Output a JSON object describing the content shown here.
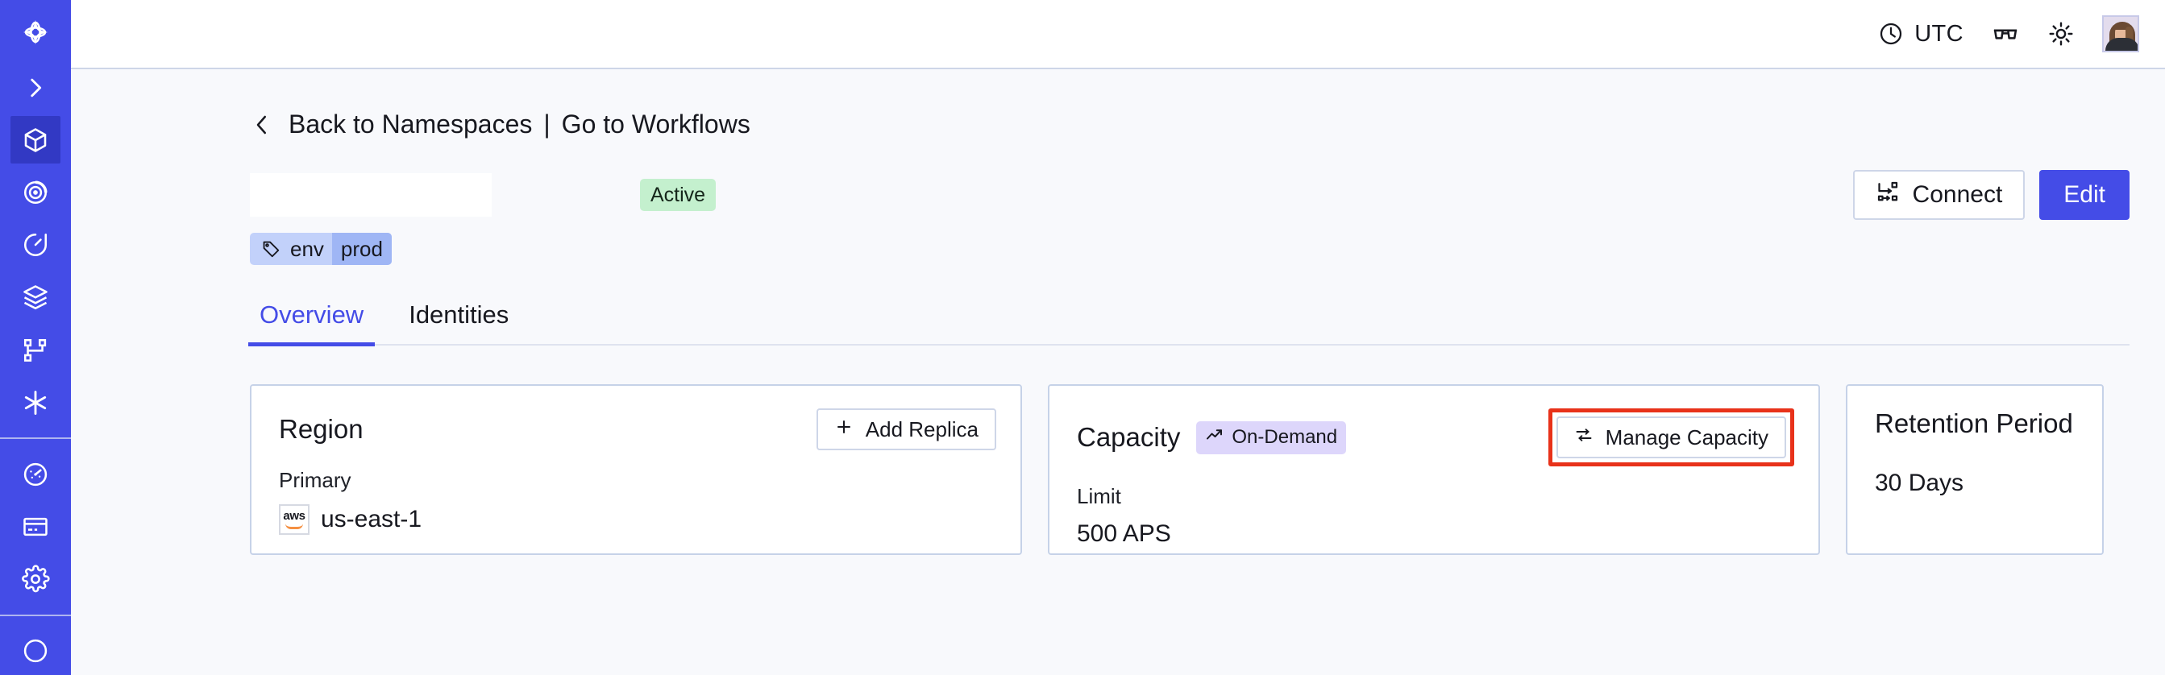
{
  "sidebar": {
    "logo": {
      "name": "temporal-logo"
    },
    "items": [
      {
        "name": "expand-sidebar",
        "icon": "chevron-right-icon",
        "active": false
      },
      {
        "name": "namespaces",
        "icon": "cube-icon",
        "active": true
      },
      {
        "name": "observability",
        "icon": "eye-spiral-icon",
        "active": false
      },
      {
        "name": "schedules",
        "icon": "timer-icon",
        "active": false
      },
      {
        "name": "stack",
        "icon": "layers-icon",
        "active": false
      },
      {
        "name": "workflows",
        "icon": "branch-icon",
        "active": false
      },
      {
        "name": "batch-operations",
        "icon": "asterisk-icon",
        "active": false
      }
    ],
    "bottom_items": [
      {
        "name": "usage",
        "icon": "gauge-icon",
        "active": false
      },
      {
        "name": "billing",
        "icon": "credit-card-icon",
        "active": false
      },
      {
        "name": "settings",
        "icon": "gear-icon",
        "active": false
      }
    ]
  },
  "topbar": {
    "timezone_label": "UTC",
    "timezone_icon": "clock-icon",
    "glasses_icon": "glasses-icon",
    "theme_icon": "sun-icon",
    "avatar_name": "user-avatar"
  },
  "breadcrumb": {
    "back_icon": "chevron-left-icon",
    "back_label": "Back to Namespaces",
    "separator": "|",
    "forward_label": "Go to Workflows"
  },
  "namespace": {
    "title": "",
    "status": "Active",
    "tag": {
      "icon": "tag-icon",
      "key": "env",
      "value": "prod"
    }
  },
  "actions": {
    "connect_label": "Connect",
    "connect_icon": "connect-icon",
    "edit_label": "Edit"
  },
  "tabs": [
    {
      "label": "Overview",
      "active": true
    },
    {
      "label": "Identities",
      "active": false
    }
  ],
  "cards": {
    "region": {
      "title": "Region",
      "action_label": "Add Replica",
      "action_icon": "plus-icon",
      "sub_label": "Primary",
      "provider_icon": "aws-logo",
      "provider_text": "aws",
      "value": "us-east-1"
    },
    "capacity": {
      "title": "Capacity",
      "badge_label": "On-Demand",
      "badge_icon": "trending-up-icon",
      "action_label": "Manage Capacity",
      "action_icon": "sliders-icon",
      "sub_label": "Limit",
      "value": "500 APS",
      "highlighted": true
    },
    "retention": {
      "title": "Retention Period",
      "value": "30 Days"
    }
  },
  "colors": {
    "sidebar": "#444ce7",
    "sidebar_active": "#3239c4",
    "accent": "#444ce7",
    "status_active_bg": "#c4f0ce",
    "tag_bg": "#c2d1fa",
    "tag_value_bg": "#9fb6f5",
    "badge_ondemand_bg": "#ddd6fb",
    "highlight_border": "#e8321a",
    "page_bg": "#f8f9fc",
    "card_border": "#c6d2e8"
  }
}
